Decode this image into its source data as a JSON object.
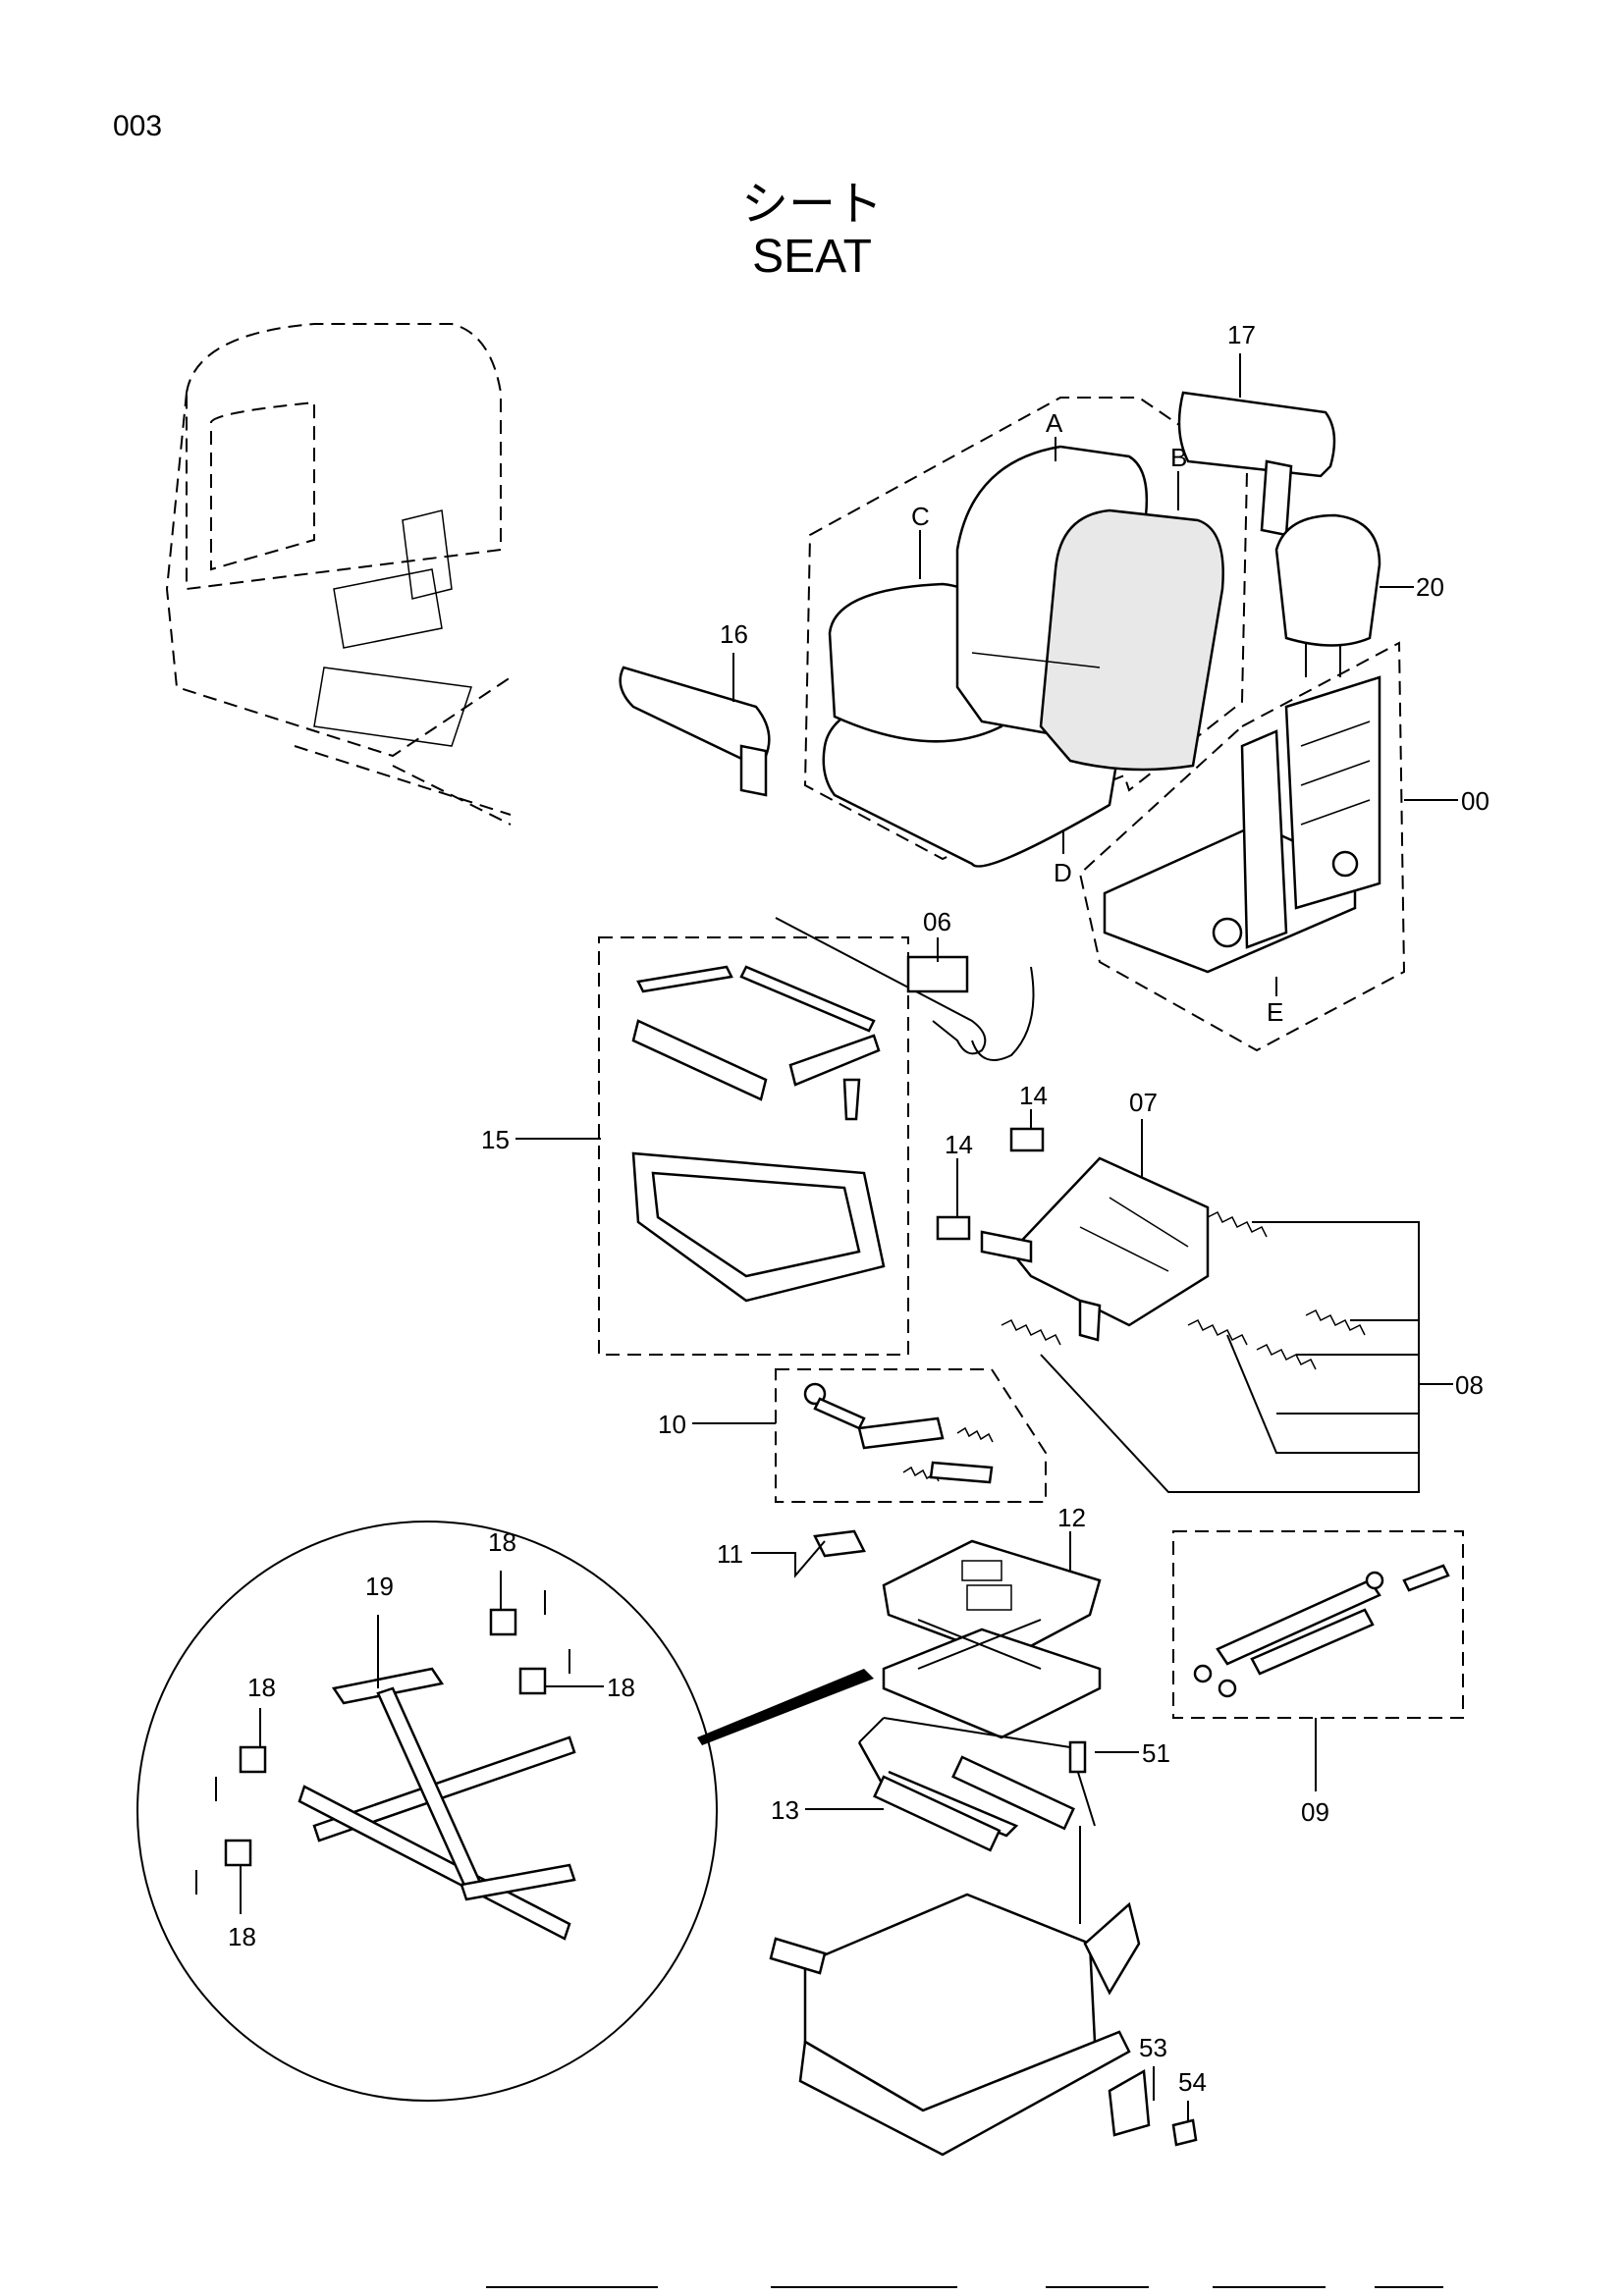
{
  "page_code": "003",
  "title_jp": "シート",
  "title_en": "SEAT",
  "callouts": {
    "c17": "17",
    "cA": "A",
    "cB": "B",
    "cC": "C",
    "c20": "20",
    "c16": "16",
    "c00": "00",
    "cD": "D",
    "cE": "E",
    "c06": "06",
    "c15": "15",
    "c14a": "14",
    "c14b": "14",
    "c07": "07",
    "c08": "08",
    "c10": "10",
    "c11": "11",
    "c12": "12",
    "c18a": "18",
    "c19": "19",
    "c18b": "18",
    "c18c": "18",
    "c18d": "18",
    "c09": "09",
    "c51": "51",
    "c13": "13",
    "c53": "53",
    "c54": "54"
  }
}
